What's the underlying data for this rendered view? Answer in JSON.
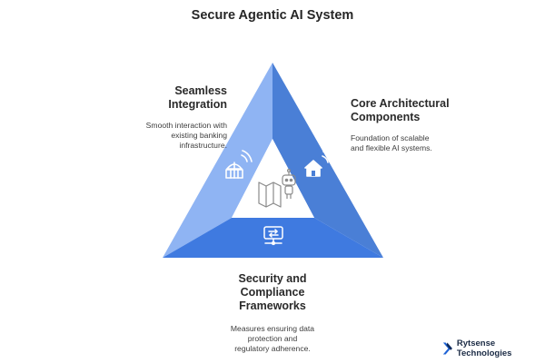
{
  "title": "Secure Agentic AI System",
  "sections": {
    "left": {
      "heading_line1": "Seamless",
      "heading_line2": "Integration",
      "desc_line1": "Smooth interaction with",
      "desc_line2": "existing banking",
      "desc_line3": "infrastructure.",
      "icon": "bank-wifi-icon"
    },
    "right": {
      "heading_line1": "Core Architectural",
      "heading_line2": "Components",
      "desc_line1": "Foundation of scalable",
      "desc_line2": "and flexible AI systems.",
      "icon": "home-wifi-icon"
    },
    "bottom": {
      "heading_line1": "Security and",
      "heading_line2": "Compliance",
      "heading_line3": "Frameworks",
      "desc_line1": "Measures ensuring data",
      "desc_line2": "protection and",
      "desc_line3": "regulatory adherence.",
      "icon": "network-transfer-icon"
    },
    "center_icons": [
      "map-icon",
      "robot-icon"
    ]
  },
  "brand": {
    "name": "Rytsense Technologies",
    "icon": "rytsense-logo-icon"
  },
  "colors": {
    "left_face": "#8fb4f3",
    "right_face": "#4a7fd6",
    "bottom_face": "#3f7ae0",
    "inner": "#ffffff",
    "icon_line": "#ffffff",
    "center_line": "#8a8a8a"
  }
}
